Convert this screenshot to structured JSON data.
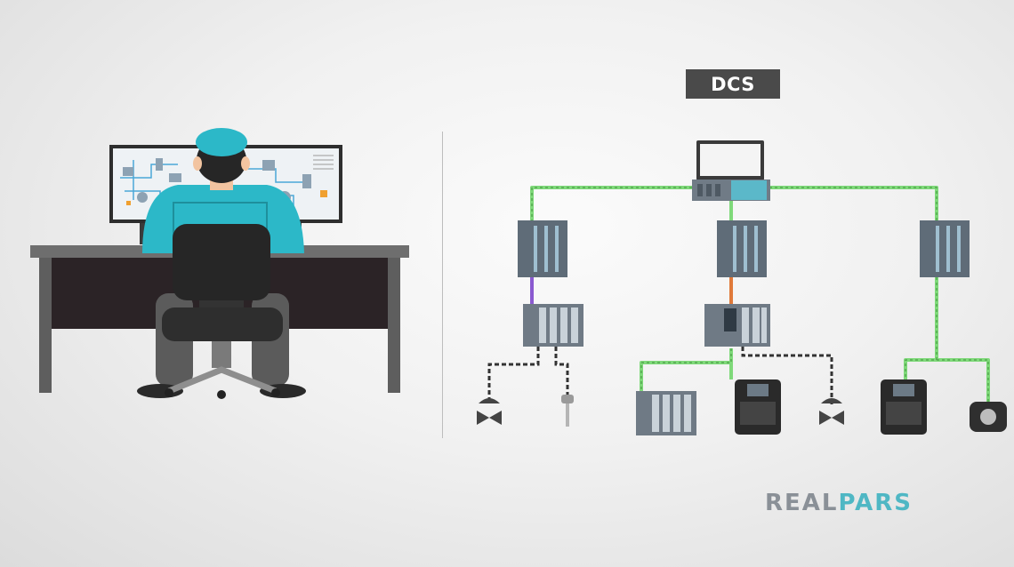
{
  "diagram": {
    "title": "DCS"
  },
  "brand": {
    "prefix": "REAL",
    "suffix": "PARS"
  },
  "colors": {
    "badge": "#4a4a4a",
    "network_green": "#7fd97a",
    "profibus_purple": "#8a5ad0",
    "profinet_orange": "#e07a3a",
    "signal_cable": "#333333",
    "operator_shirt": "#2cb8c8",
    "plc_body": "#5f6c78",
    "brand_accent": "#4fb7c4",
    "brand_gray": "#8a9097"
  },
  "icons": {
    "operator": "operator-at-workstation",
    "hmi": "hmi-monitor-icon",
    "controller": "plc-rack-icon",
    "remote_io": "remote-io-icon",
    "vfd": "variable-frequency-drive-icon",
    "valve": "control-valve-icon",
    "sensor": "temperature-sensor-icon",
    "encoder": "rotary-encoder-icon"
  }
}
